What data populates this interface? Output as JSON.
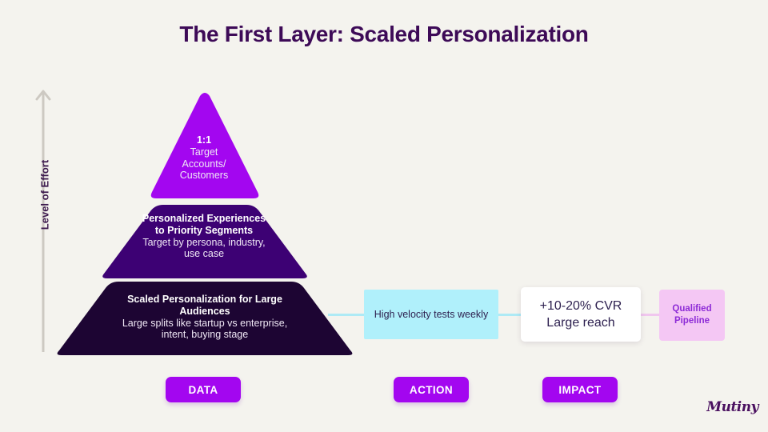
{
  "page": {
    "title": "The First Layer: Scaled Personalization",
    "background_color": "#f4f3ee",
    "title_color": "#3d0a57"
  },
  "axis": {
    "label": "Level of Effort",
    "direction": "up",
    "arrow_icon": "arrow-up-icon",
    "color": "#cdc9c2"
  },
  "pyramid": {
    "tiers": [
      {
        "id": "top",
        "title": "1:1",
        "subtitle": "Target\nAccounts/\nCustomers",
        "subtitle_lines": [
          "Target",
          "Accounts/",
          "Customers"
        ],
        "color": "#a306f0"
      },
      {
        "id": "middle",
        "title_lines": [
          "Personalized Experiences",
          "to Priority Segments"
        ],
        "subtitle_lines": [
          "Target by persona, industry,",
          "use case"
        ],
        "color": "#3d0174"
      },
      {
        "id": "base",
        "title_lines": [
          "Scaled Personalization for Large",
          "Audiences"
        ],
        "subtitle_lines": [
          "Large splits like startup vs enterprise,",
          "intent, buying stage"
        ],
        "color": "#1d0533"
      }
    ]
  },
  "flow": {
    "action_box": {
      "text": "High velocity tests weekly",
      "bg_color": "#b0f0fb",
      "text_color": "#2e2150"
    },
    "impact_box": {
      "line1": "+10-20% CVR",
      "line2": "Large reach",
      "bg_color": "#ffffff",
      "text_color": "#2e2150"
    },
    "pipeline_box": {
      "line1": "Qualified",
      "line2": "Pipeline",
      "bg_color": "#f4c7f4",
      "text_color": "#8d2bd6"
    },
    "connector_colors": {
      "cyan": "#aeeaf5",
      "pink": "#f0c7ee"
    }
  },
  "pills": [
    {
      "id": "data",
      "label": "DATA",
      "color": "#a306f0"
    },
    {
      "id": "action",
      "label": "ACTION",
      "color": "#a306f0"
    },
    {
      "id": "impact",
      "label": "IMPACT",
      "color": "#a306f0"
    }
  ],
  "branding": {
    "logo_text": "Mutiny",
    "logo_color": "#4a1060"
  }
}
